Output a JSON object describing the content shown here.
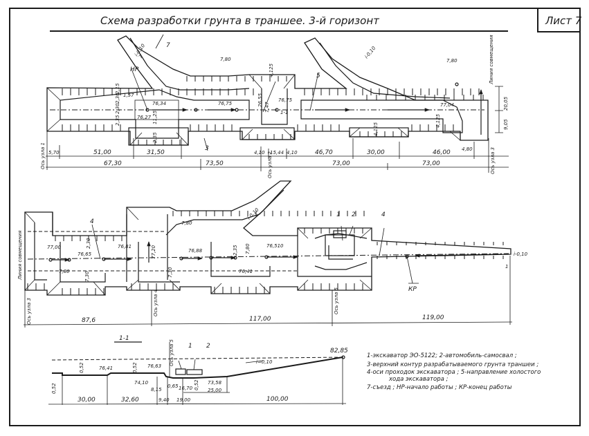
{
  "title": "Схема разработки грунта в траншее.  3-й горизонт",
  "sheet_label": "Лист 7",
  "plan_top": {
    "labels": {
      "ramp_1": "7",
      "ramp_2": "7",
      "ramp_slope_1": "i-0,10",
      "ramp_slope_2": "i-0,10",
      "start_marker": "НР",
      "contour_ref": "3",
      "idle_direction_ref": "5",
      "combination_line": "Линия совмещения",
      "section_mark": "1-1"
    },
    "elevations": [
      "76,27",
      "76,34",
      "76,75",
      "76,75",
      "77,04",
      "1,57"
    ],
    "widths": [
      "7,80",
      "7,80",
      "11,25",
      "2,35",
      "4,125",
      "4,125",
      "4,125",
      "20,05",
      "9,05",
      "2,35",
      "2,30",
      "2,30",
      "2,15",
      "26,55",
      "7,47"
    ],
    "dims_row1": [
      "5,70",
      "51,00",
      "31,50",
      "4,10",
      "15,44",
      "4,10",
      "46,70",
      "30,00",
      "46,00",
      "4,80"
    ],
    "dims_row2": [
      "67,30",
      "73,50",
      "73,00",
      "73,00"
    ],
    "axes": [
      "Ось узла 1",
      "Ось узла 2",
      "Ось узла 3"
    ]
  },
  "plan_bottom": {
    "labels": {
      "combination_line": "Линия совмещения",
      "ramp_slope": "i-0,10",
      "end_slope": "i-0,10",
      "axis_ref_1": "4",
      "axis_ref_2": "4",
      "excavator_ref": "1",
      "truck_ref": "2",
      "end_marker": "КР",
      "section_mark": "1"
    },
    "elevations": [
      "77,00",
      "76,65",
      "76,81",
      "77,20",
      "76,88",
      "76,41",
      "76,510"
    ],
    "widths": [
      "7,80",
      "7,80",
      "7,30",
      "2,30",
      "7,30",
      "2,35",
      "7,80"
    ],
    "dims": [
      "87,6",
      "117,00",
      "119,00"
    ],
    "axes": [
      "Ось узла 3",
      "Ось узла 4",
      "Ось узла 5"
    ]
  },
  "section": {
    "title": "1-1",
    "axis": "Ось узла 5",
    "refs": [
      "1",
      "2"
    ],
    "slope": "i=0,10",
    "top_elevation": "82,85",
    "elevations": [
      "76,41",
      "76,63",
      "74,10",
      "73,58"
    ],
    "heights": [
      "0,52",
      "0,52",
      "0,52",
      "0,52",
      "8,15",
      "0,65"
    ],
    "dims_upper": [
      "16,70",
      "25,00"
    ],
    "dims": [
      "30,00",
      "32,60",
      "9,40",
      "19,00",
      "100,00"
    ]
  },
  "legend": [
    "1-экскаватор ЭО-5122; 2-автомобиль-самосвал ;",
    "3-верхний контур разрабатываемого грунта траншеи ;",
    "4-оси проходок экскаватора ; 5-направление холостого",
    "хода экскаватора ;",
    "7-съезд ;  НР-начало работы ;  КР-конец работы"
  ]
}
